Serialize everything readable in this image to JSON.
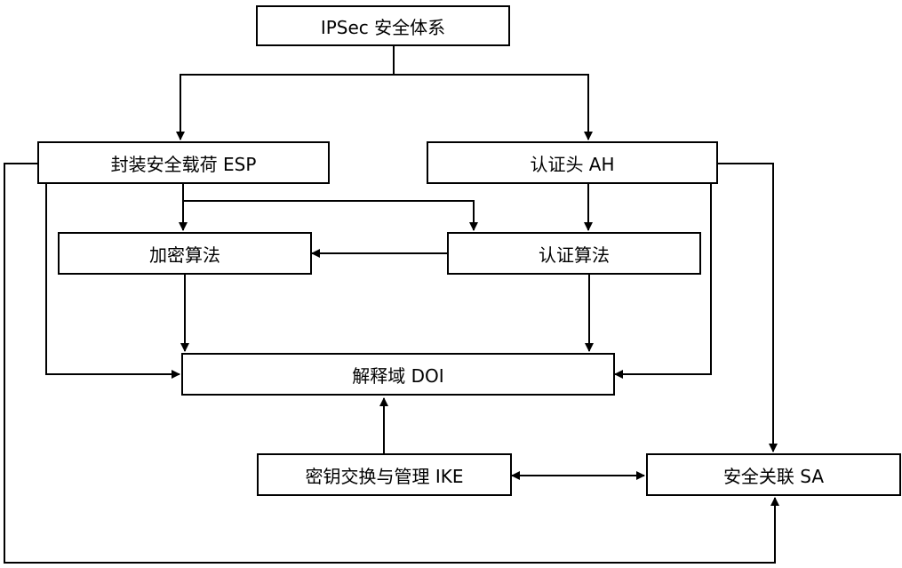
{
  "diagram": {
    "nodes": {
      "ipsec": "IPSec 安全体系",
      "esp": "封装安全载荷 ESP",
      "ah": "认证头 AH",
      "encryption": "加密算法",
      "auth_alg": "认证算法",
      "doi": "解释域 DOI",
      "ike": "密钥交换与管理 IKE",
      "sa": "安全关联 SA"
    },
    "edges": [
      {
        "from": "ipsec",
        "to": "esp"
      },
      {
        "from": "ipsec",
        "to": "ah"
      },
      {
        "from": "esp",
        "to": "encryption"
      },
      {
        "from": "esp",
        "to": "auth_alg"
      },
      {
        "from": "ah",
        "to": "auth_alg"
      },
      {
        "from": "auth_alg",
        "to": "encryption"
      },
      {
        "from": "encryption",
        "to": "doi"
      },
      {
        "from": "auth_alg",
        "to": "doi"
      },
      {
        "from": "esp",
        "to": "doi"
      },
      {
        "from": "ah",
        "to": "doi"
      },
      {
        "from": "ah",
        "to": "sa"
      },
      {
        "from": "ike",
        "to": "doi"
      },
      {
        "from": "ike",
        "to": "sa",
        "bidirectional": true
      },
      {
        "from": "esp",
        "to": "sa"
      }
    ]
  }
}
